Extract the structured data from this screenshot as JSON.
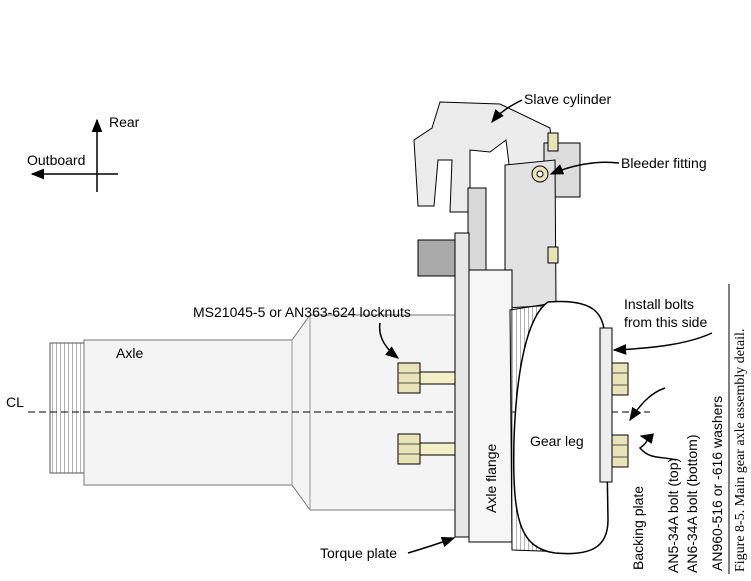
{
  "compass": {
    "up": "Rear",
    "left": "Outboard"
  },
  "labels": {
    "axle": "Axle",
    "centerline": "CL",
    "slave_cylinder": "Slave cylinder",
    "bleeder_fitting": "Bleeder fitting",
    "locknuts": "MS21045-5 or AN363-624 locknuts",
    "install_bolts_line1": "Install bolts",
    "install_bolts_line2": "from this side",
    "gear_leg": "Gear leg",
    "axle_flange": "Axle flange",
    "torque_plate": "Torque plate",
    "backing_plate": "Backing plate",
    "bolt_top": "AN5-34A bolt (top)",
    "bolt_bottom": "AN6-34A bolt (bottom)",
    "washers": "AN960-516 or -616 washers"
  },
  "caption": "Figure 8-5. Main gear axle assembly detail."
}
